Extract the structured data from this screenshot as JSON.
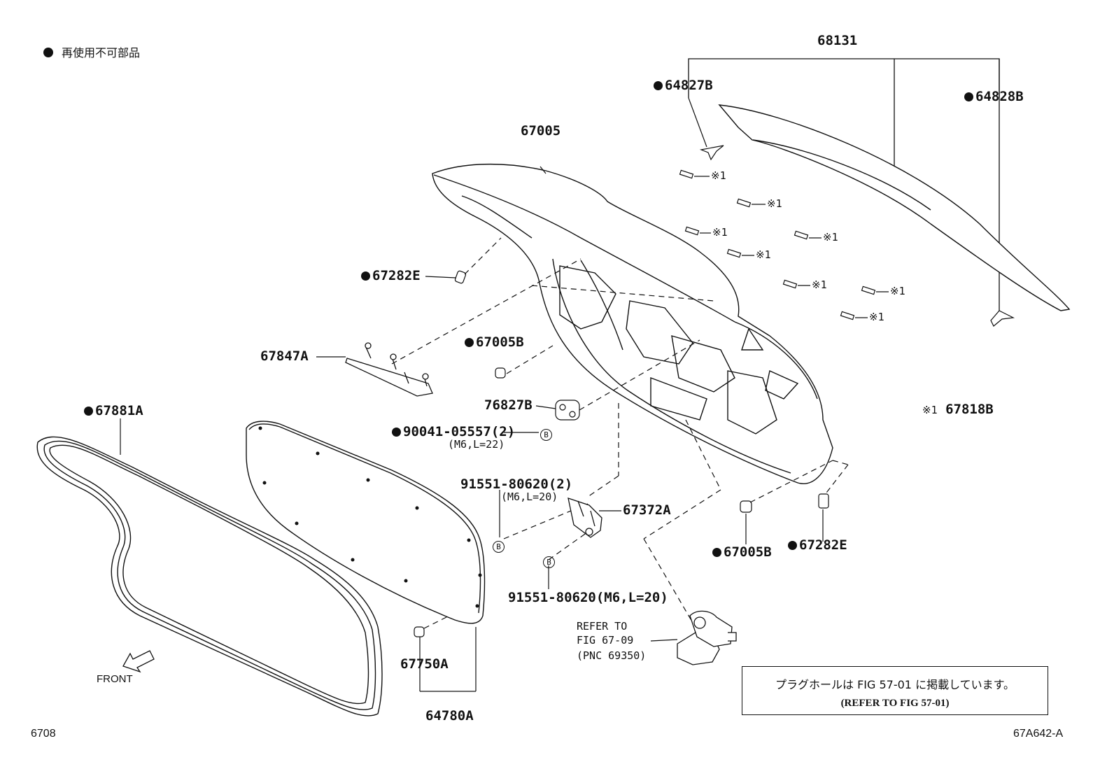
{
  "legend": {
    "marker": "dot-icon",
    "text": "再使用不可部品"
  },
  "labels": {
    "p68131": "68131",
    "p64827B": "64827B",
    "p64828B": "64828B",
    "p67005": "67005",
    "p67282E_top": "67282E",
    "p67847A": "67847A",
    "p67005B_top": "67005B",
    "p76827B": "76827B",
    "p90041": "90041-05557(2)",
    "p90041_spec": "(M6,L=22)",
    "p67881A": "67881A",
    "p91551_a": "91551-80620(2)",
    "p91551_a_spec": "(M6,L=20)",
    "p67372A": "67372A",
    "p91551_b": "91551-80620(M6,L=20)",
    "p67005B_bottom": "67005B",
    "p67282E_bottom": "67282E",
    "p67818B": "67818B",
    "p67818B_mark": "※1",
    "clip_mark": "※1",
    "ref_b": "B",
    "p67750A": "67750A",
    "p64780A": "64780A",
    "refer_line1": "REFER TO",
    "refer_line2": "FIG 67-09",
    "refer_line3": "(PNC 69350)",
    "front": "FRONT"
  },
  "note": {
    "jp": "プラグホールは FIG 57-01 に掲載しています。",
    "en": "(REFER TO FIG 57-01)"
  },
  "footer": {
    "left": "6708",
    "right": "67A642-A"
  }
}
